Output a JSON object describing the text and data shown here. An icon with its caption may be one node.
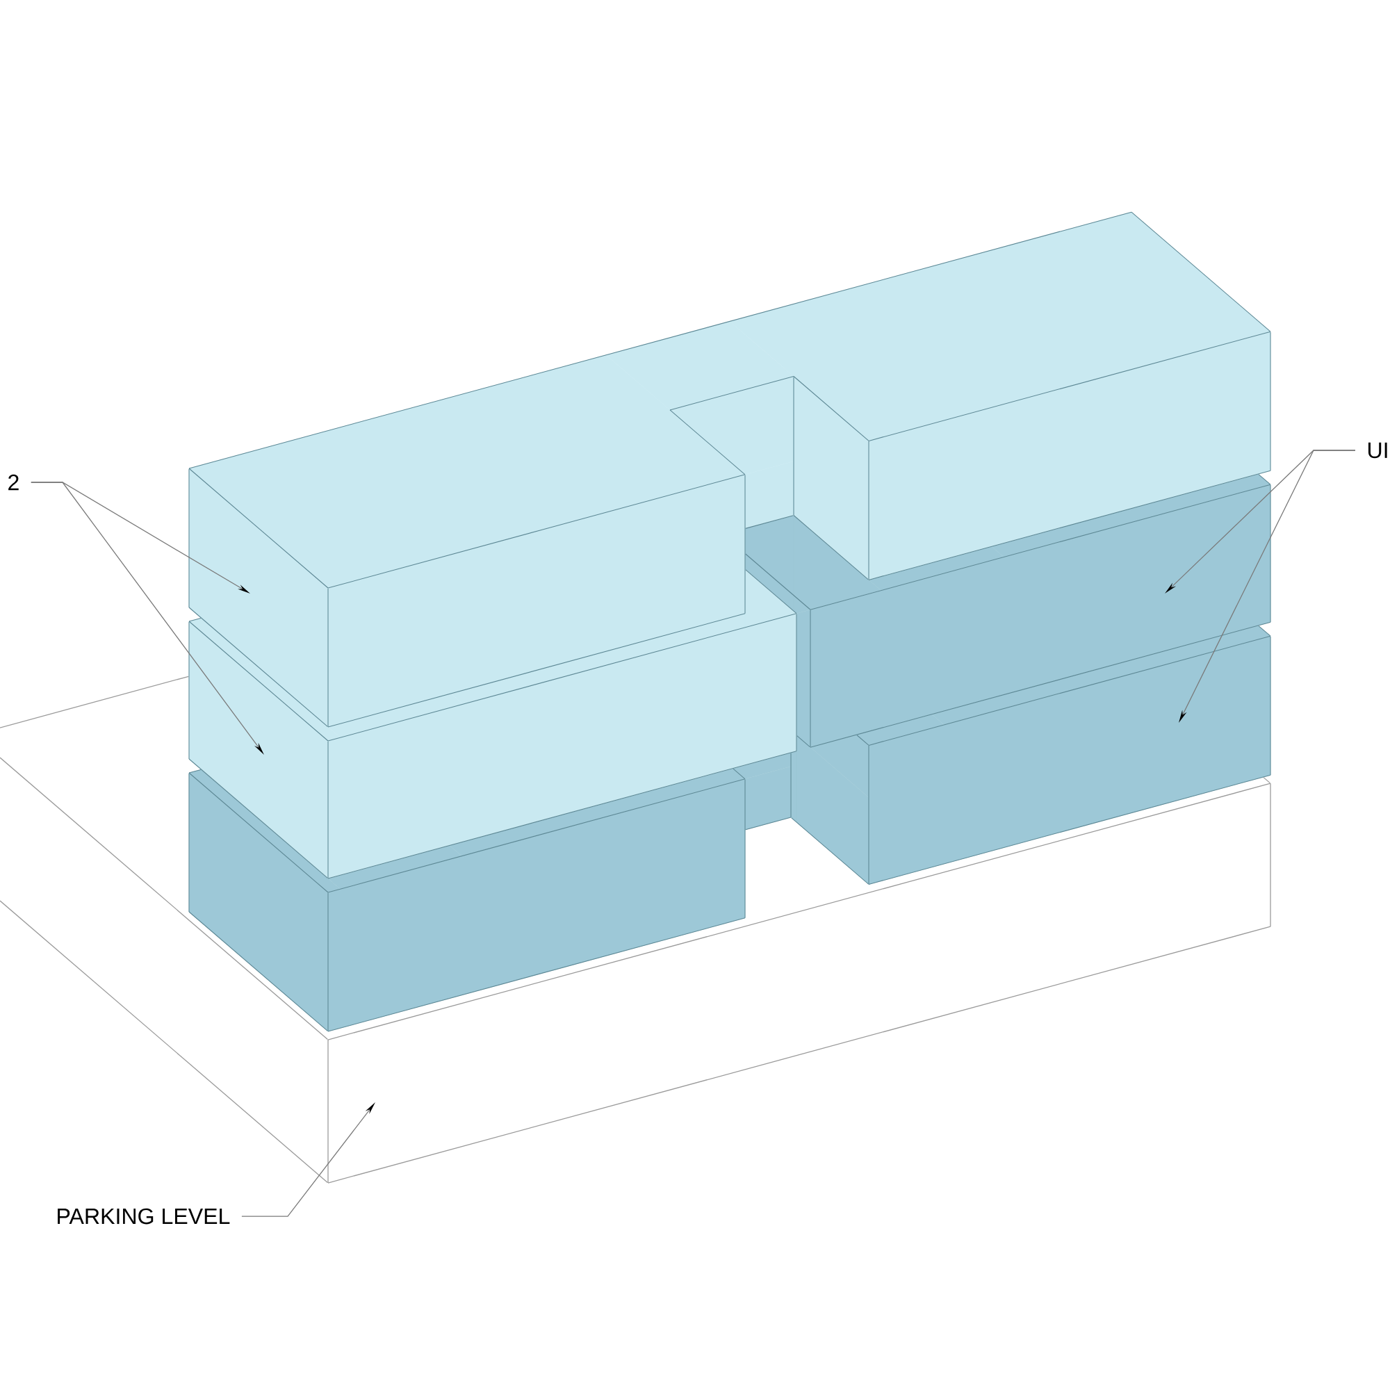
{
  "diagram": {
    "nodes": [
      {
        "text": [
          "2"
        ]
      },
      {
        "text": [
          "UI"
        ]
      },
      {
        "text": [
          "PARKING LEVEL"
        ]
      },
      {
        "text": [],
        "shape": "box"
      },
      {
        "text": [],
        "shape": "box"
      },
      {
        "text": [],
        "shape": "box"
      },
      {
        "text": [],
        "shape": "box"
      },
      {
        "text": [],
        "shape": "box"
      }
    ],
    "edges": [
      {
        "from": 0,
        "to": 3,
        "arrow": "to"
      },
      {
        "from": 0,
        "to": 4,
        "arrow": "to"
      },
      {
        "from": 1,
        "to": 5,
        "arrow": "to"
      },
      {
        "from": 1,
        "to": 6,
        "arrow": "to"
      },
      {
        "from": 2,
        "to": 7,
        "arrow": "to"
      }
    ]
  }
}
